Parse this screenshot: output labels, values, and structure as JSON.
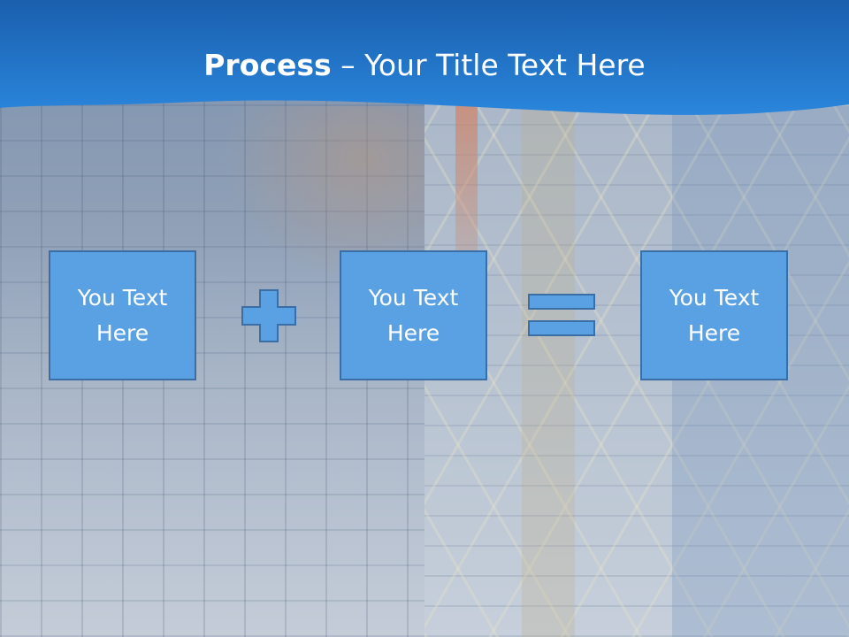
{
  "slide": {
    "title_bold": "Process",
    "title_rest": " – Your Title Text Here"
  },
  "process": {
    "boxes": [
      {
        "text": "You Text Here"
      },
      {
        "text": "You Text Here"
      },
      {
        "text": "You Text Here"
      }
    ],
    "operators": [
      "plus-icon",
      "equals-icon"
    ]
  },
  "colors": {
    "header_blue": "#1f6fc8",
    "box_fill": "#5aa1e4",
    "box_border": "#3a6ea5",
    "title_text": "#ffffff"
  }
}
